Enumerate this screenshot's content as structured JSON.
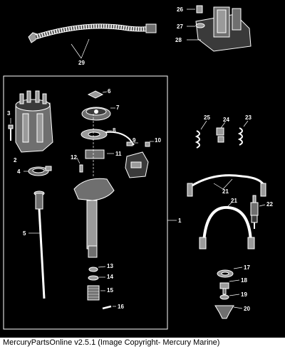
{
  "callouts": {
    "c1": "1",
    "c2": "2",
    "c3": "3",
    "c4": "4",
    "c5": "5",
    "c6": "6",
    "c7": "7",
    "c8": "8",
    "c9": "9",
    "c10": "10",
    "c11": "11",
    "c12": "12",
    "c13": "13",
    "c14": "14",
    "c15": "15",
    "c16": "16",
    "c17": "17",
    "c18": "18",
    "c19": "19",
    "c20": "20",
    "c21a": "21",
    "c21b": "21",
    "c22": "22",
    "c23": "23",
    "c24": "24",
    "c25": "25",
    "c26": "26",
    "c27": "27",
    "c28": "28",
    "c29": "29"
  },
  "caption": "MercuryPartsOnline v2.5.1 (Image Copyright- Mercury Marine)"
}
